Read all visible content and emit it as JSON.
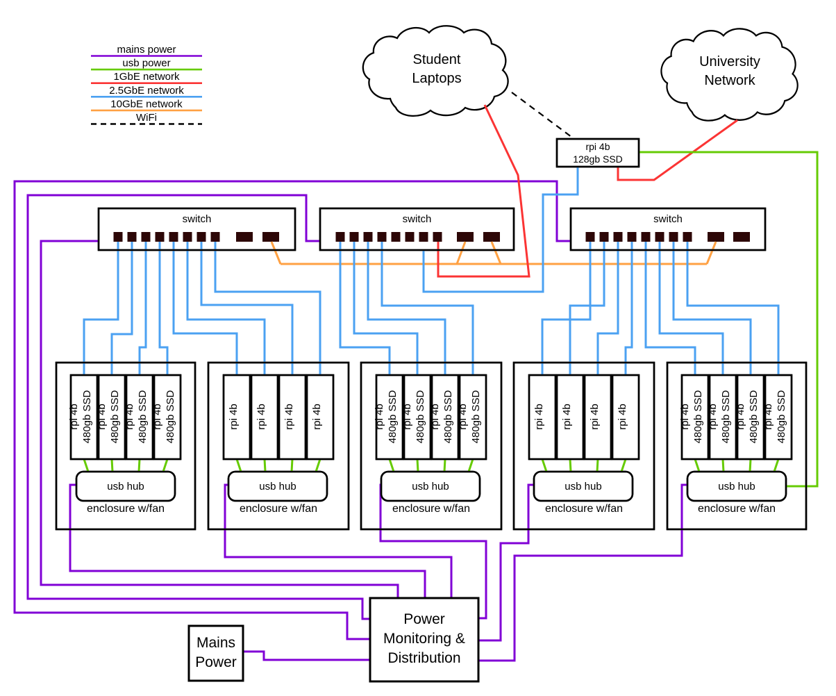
{
  "colors": {
    "mains_power": "#8000d6",
    "usb_power": "#66cb04",
    "network_1gbe": "#fb3434",
    "network_2_5gbe": "#4ba1f2",
    "network_10gbe": "#ffa143",
    "wifi": "#000000",
    "switch_port": "#2d0707"
  },
  "legend": {
    "items": [
      {
        "label": "mains power",
        "color": "mains_power",
        "dashed": false
      },
      {
        "label": "usb power",
        "color": "usb_power",
        "dashed": false
      },
      {
        "label": "1GbE network",
        "color": "network_1gbe",
        "dashed": false
      },
      {
        "label": "2.5GbE network",
        "color": "network_2_5gbe",
        "dashed": false
      },
      {
        "label": "10GbE network",
        "color": "network_10gbe",
        "dashed": false
      },
      {
        "label": "WiFi",
        "color": "wifi",
        "dashed": true
      }
    ]
  },
  "clouds": [
    {
      "name": "student-laptops",
      "lines": [
        "Student",
        "Laptops"
      ]
    },
    {
      "name": "university-network",
      "lines": [
        "University",
        "Network"
      ]
    }
  ],
  "router": {
    "lines": [
      "rpi 4b",
      "128gb SSD"
    ]
  },
  "switch_label": "switch",
  "enclosures": {
    "hub_label": "usb hub",
    "label": "enclosure w/fan",
    "card_line1": "rpi 4b",
    "card_line2": "480gb SSD",
    "variants": [
      "ssd",
      "plain",
      "ssd",
      "plain",
      "ssd"
    ]
  },
  "power_box": {
    "lines": [
      "Power",
      "Monitoring &",
      "Distribution"
    ]
  },
  "mains_box": {
    "lines": [
      "Mains",
      "Power"
    ]
  }
}
